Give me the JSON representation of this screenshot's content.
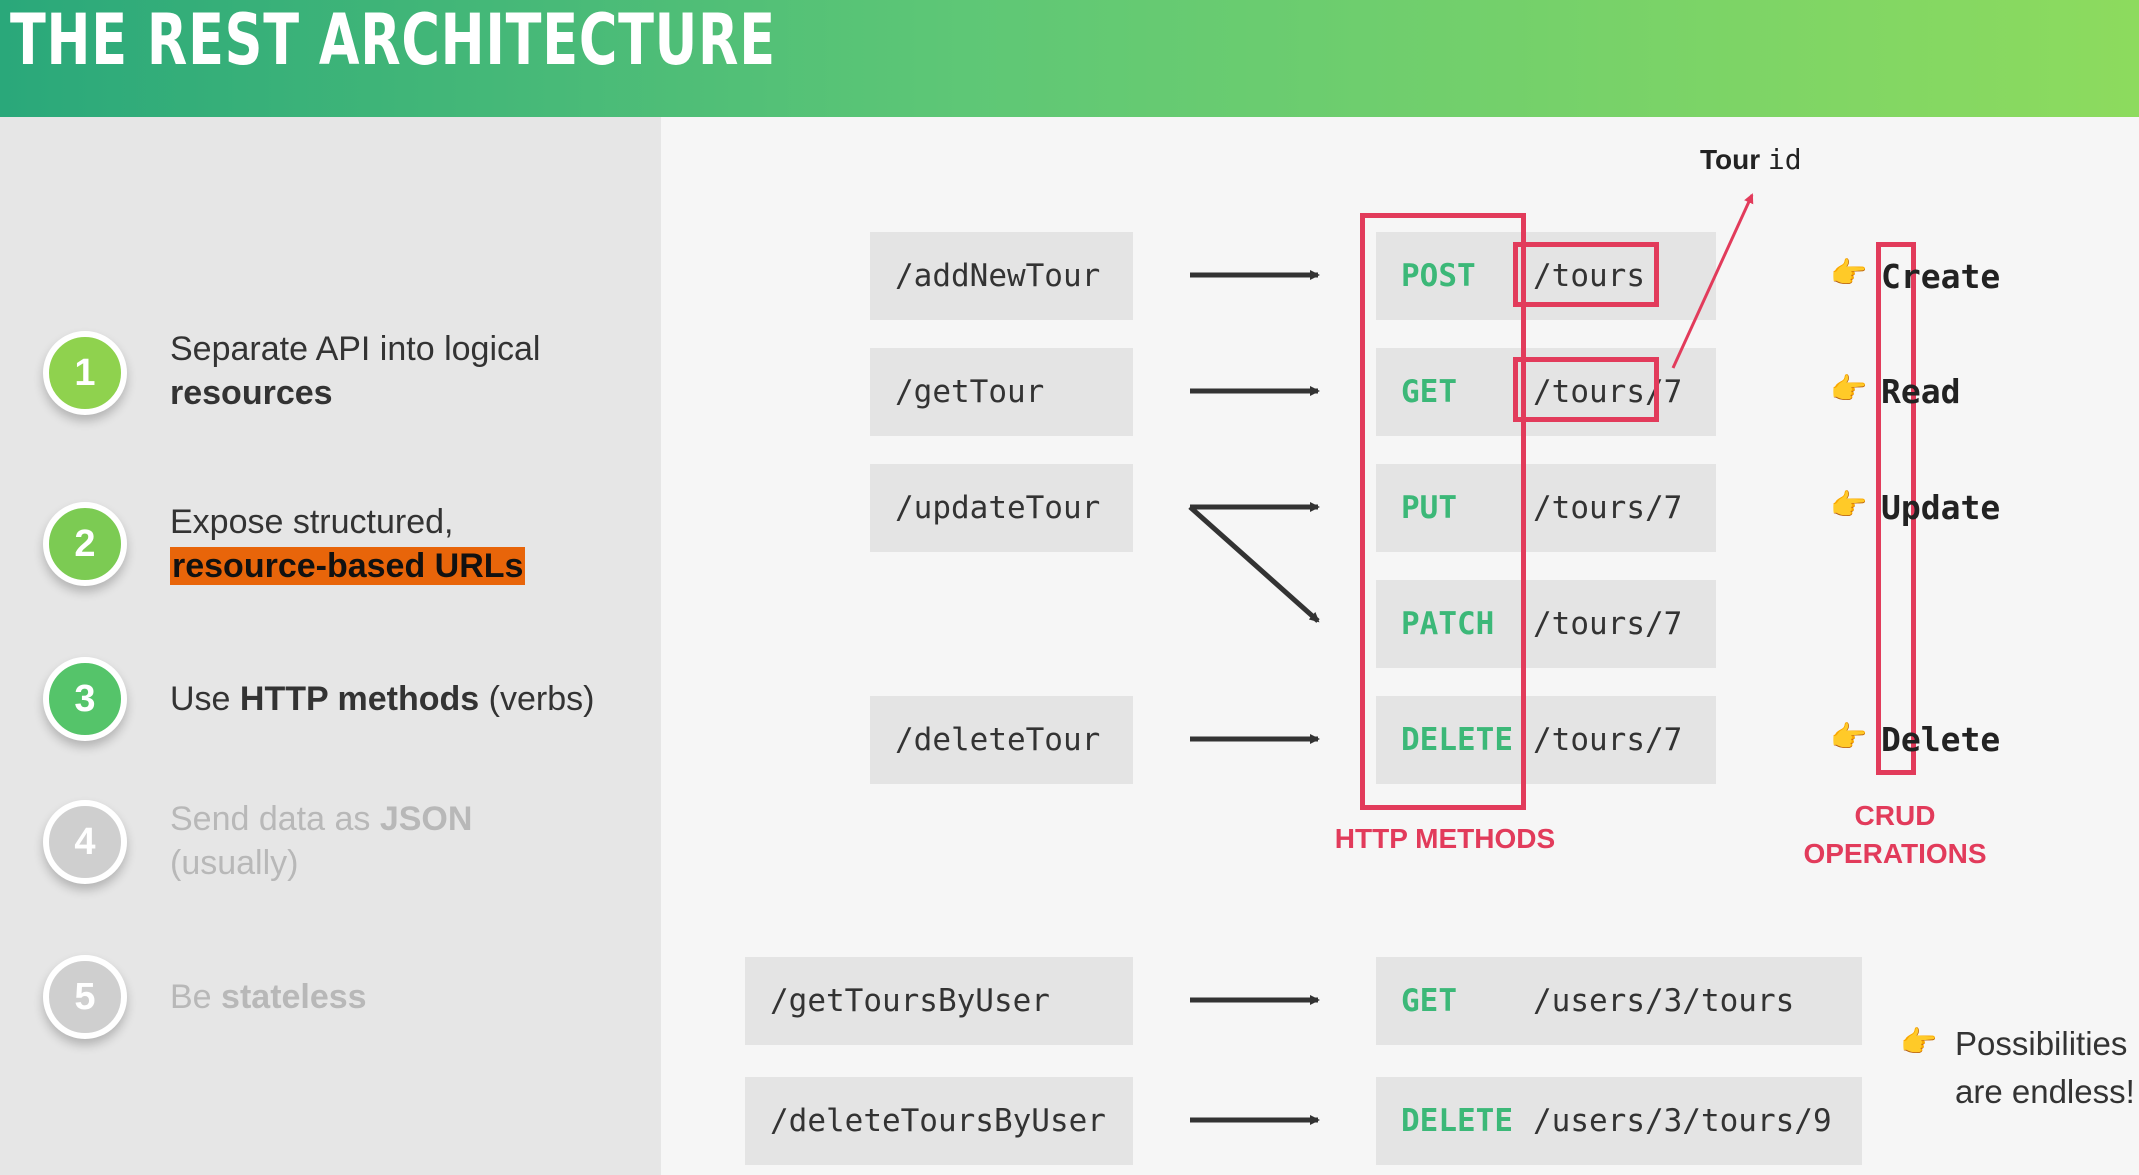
{
  "title": "THE REST ARCHITECTURE",
  "steps": [
    {
      "num": "1",
      "pre": "Separate API into logical",
      "bold": "resources"
    },
    {
      "num": "2",
      "pre": "Expose structured,",
      "highlight": "resource-based URLs"
    },
    {
      "num": "3",
      "pre": "Use ",
      "bold": "HTTP methods",
      "post": " (verbs)"
    },
    {
      "num": "4",
      "pre": "Send data as ",
      "bold": "JSON",
      "line2": "(usually)"
    },
    {
      "num": "5",
      "pre": "Be ",
      "bold": "stateless"
    }
  ],
  "endpoints": [
    "/addNewTour",
    "/getTour",
    "/updateTour",
    "/deleteTour",
    "/getToursByUser",
    "/deleteToursByUser"
  ],
  "requests": [
    {
      "method": "POST",
      "path": "/tours"
    },
    {
      "method": "GET",
      "path": "/tours/7"
    },
    {
      "method": "PUT",
      "path": "/tours/7"
    },
    {
      "method": "PATCH",
      "path": "/tours/7"
    },
    {
      "method": "DELETE",
      "path": "/tours/7"
    },
    {
      "method": "GET",
      "path": "/users/3/tours"
    },
    {
      "method": "DELETE",
      "path": "/users/3/tours/9"
    }
  ],
  "tour_id_label": {
    "word": "Tour",
    "mono": "id"
  },
  "http_methods_label": "HTTP METHODS",
  "crud_label": {
    "line1": "CRUD",
    "line2": "OPERATIONS"
  },
  "crud_ops": [
    "Create",
    "Read",
    "Update",
    "Delete"
  ],
  "possibilities": {
    "line1": "Possibilities",
    "line2": "are endless!"
  },
  "hand_icon": "👉",
  "colors": {
    "method": "#3cb878",
    "red": "#e23b5b",
    "highlight": "#e8650a"
  }
}
